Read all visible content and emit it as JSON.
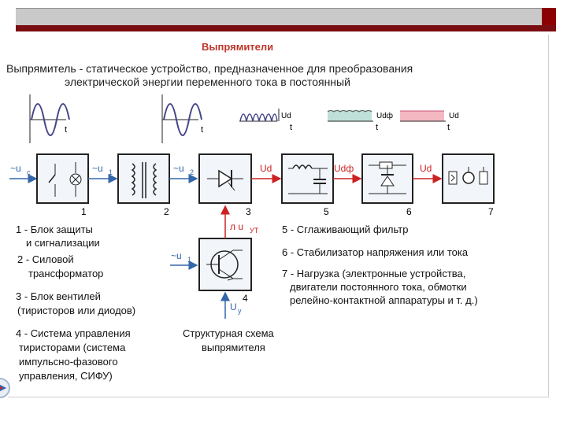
{
  "slide": {
    "title": "Выпрямители",
    "intro_line1": "Выпрямитель - статическое устройство, предназначенное для преобразования",
    "intro_line2": "электрической энергии переменного тока в постоянный"
  },
  "diagram": {
    "waveform_t": "t",
    "input_labels": [
      "~u",
      "c"
    ],
    "u1_label": "~u",
    "u1_sub": "1",
    "u2_label": "~u",
    "u2_sub": "2",
    "ud_label": "Ud",
    "udf_label": "Udф",
    "ud_out_label": "Ud",
    "control_pulse": "л u",
    "control_pulse_sub": "УТ",
    "control_in": "~u",
    "control_in_sub": "1",
    "uy_label": "U",
    "uy_sub": "у",
    "block_numbers": [
      "1",
      "2",
      "3",
      "5",
      "6",
      "7",
      "4"
    ],
    "wave_labels": [
      "Ud",
      "Udф",
      "Ud"
    ]
  },
  "legend_left": [
    "1 - Блок защиты",
    "и сигнализации",
    "2 - Силовой",
    "трансформатор",
    "3 - Блок вентилей",
    "(тиристоров или диодов)",
    "4 - Система управления",
    "тиристорами (система",
    "импульсно-фазового",
    "управления, СИФУ)"
  ],
  "caption": [
    "Структурная схема",
    "выпрямителя"
  ],
  "legend_right": [
    "5 - Сглаживающий фильтр",
    "6 - Стабилизатор напряжения или тока",
    "7 - Нагрузка (электронные устройства,",
    "двигатели постоянного тока, обмотки",
    "релейно-контактной аппаратуры и т. д.)"
  ],
  "colors": {
    "title": "#c0362c",
    "wave": "#333366",
    "arrow_red": "#cc2222",
    "arrow_blue": "#3366aa",
    "block_fill": "#f2f6fb",
    "accent_bar": "#7a0d12"
  }
}
